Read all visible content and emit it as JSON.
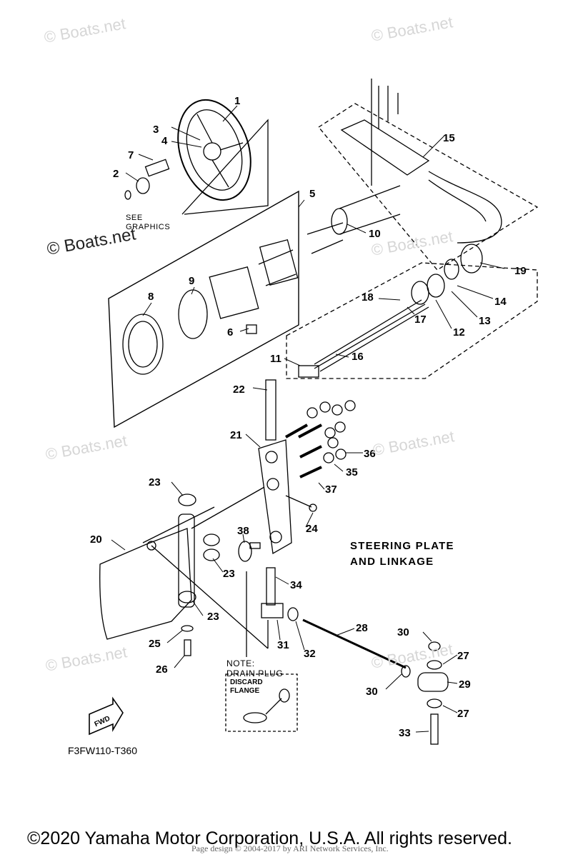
{
  "watermark": "© Boats.net",
  "title_lines": [
    "STEERING PLATE",
    "AND LINKAGE"
  ],
  "reference_note": [
    "SEE",
    "GRAPHICS"
  ],
  "note": {
    "heading": "NOTE:",
    "text": "DRAIN PLUG",
    "inset_label": [
      "DISCARD",
      "FLANGE"
    ]
  },
  "fwd_label": "FWD",
  "figure_id": "F3FW110-T360",
  "copyright": "©2020 Yamaha Motor Corporation, U.S.A. All rights reserved.",
  "page_design": "Page design © 2004-2017 by ARI Network Services, Inc.",
  "callouts": [
    "1",
    "2",
    "3",
    "4",
    "5",
    "6",
    "7",
    "8",
    "9",
    "10",
    "11",
    "12",
    "13",
    "14",
    "15",
    "16",
    "17",
    "18",
    "19",
    "20",
    "21",
    "22",
    "23",
    "23",
    "23",
    "23",
    "24",
    "25",
    "26",
    "27",
    "27",
    "28",
    "29",
    "30",
    "30",
    "31",
    "32",
    "33",
    "34",
    "35",
    "36",
    "37",
    "38"
  ]
}
